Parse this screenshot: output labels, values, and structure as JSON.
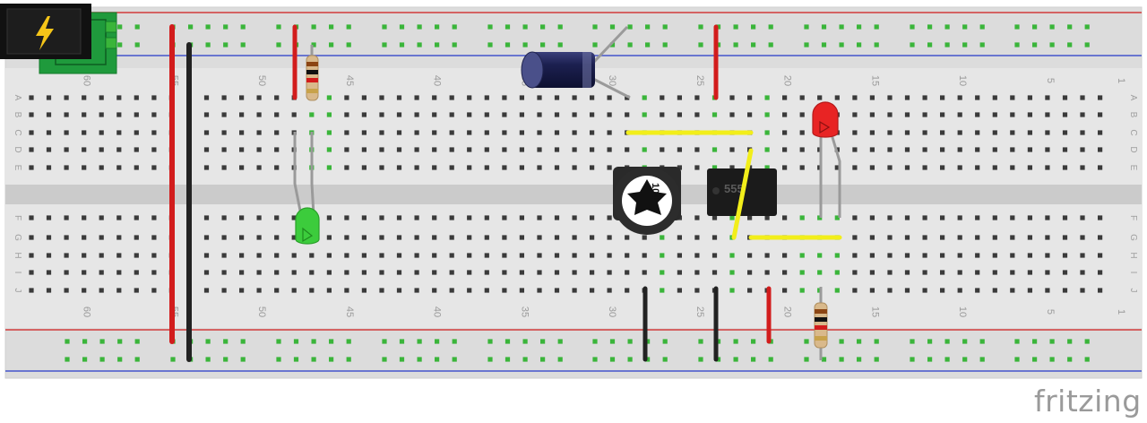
{
  "board": {
    "column_labels": [
      "60",
      "55",
      "50",
      "45",
      "40",
      "35",
      "30",
      "25",
      "20",
      "15",
      "10",
      "5",
      "1"
    ],
    "row_labels_top": [
      "A",
      "B",
      "C",
      "D",
      "E"
    ],
    "row_labels_bottom": [
      "F",
      "G",
      "H",
      "I",
      "J"
    ]
  },
  "components": {
    "ic_label": "555",
    "pot_label": "104",
    "power_jack_icon": "lightning-bolt-icon"
  },
  "colors": {
    "wire_red": "#d21c1c",
    "wire_black": "#222222",
    "wire_yellow": "#f2ee1a",
    "led_green": "#3ccc3c",
    "led_red": "#e82424",
    "hole_connected": "#3ab53a",
    "rail_red": "#d23b3b",
    "rail_blue": "#4455cc"
  },
  "branding": {
    "logo_text": "fritzing"
  }
}
